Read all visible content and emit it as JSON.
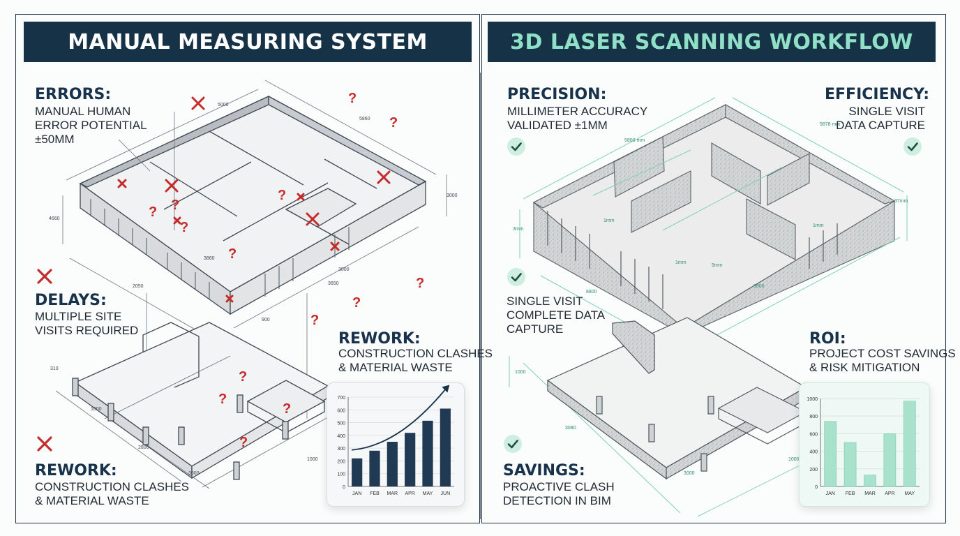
{
  "colors": {
    "banner_bg": "#163247",
    "left_title_color": "#ffffff",
    "right_title_color": "#8fe0c6",
    "error_red": "#c62b2b",
    "check_green": "#2f8f71",
    "check_bg": "#cfeee2",
    "bar_dark": "#1f3a52",
    "bar_mint": "#a8e2cc"
  },
  "left": {
    "title": "MANUAL MEASURING SYSTEM",
    "errors": {
      "heading": "ERRORS:",
      "text": "MANUAL HUMAN\nERROR POTENTIAL\n±50mm",
      "icon": "x-mark-icon"
    },
    "delays": {
      "heading": "DELAYS:",
      "text": "MULTIPLE SITE\nVISITS REQUIRED",
      "icon": "x-mark-icon"
    },
    "rework_mid": {
      "heading": "REWORK:",
      "text": "CONSTRUCTION CLASHES\n& MATERIAL WASTE"
    },
    "rework_bottom": {
      "heading": "REWORK:",
      "text": "CONSTRUCTION CLASHES\n& MATERIAL WASTE",
      "icon": "x-mark-icon"
    },
    "plan_annotations": [
      "?",
      "X"
    ]
  },
  "right": {
    "title": "3D LASER SCANNING WORKFLOW",
    "precision": {
      "heading": "PRECISION:",
      "text": "MILLIMETER ACCURACY\nVALIDATED ±1mm",
      "icon": "check-icon"
    },
    "efficiency": {
      "heading": "EFFICIENCY:",
      "text": "SINGLE VISIT\nDATA CAPTURE",
      "icon": "check-icon"
    },
    "single_visit": {
      "text": "SINGLE VISIT\nCOMPLETE DATA\nCAPTURE",
      "icon": "check-icon"
    },
    "roi": {
      "heading": "ROI:",
      "text": "PROJECT COST SAVINGS\n& RISK MITIGATION"
    },
    "savings": {
      "heading": "SAVINGS:",
      "text": "PROACTIVE CLASH\nDETECTION IN BIM",
      "icon": "check-icon"
    }
  },
  "chart_data": [
    {
      "type": "bar",
      "categories": [
        "JAN",
        "FEB",
        "MAR",
        "APR",
        "MAY",
        "JUN"
      ],
      "values": [
        220,
        280,
        350,
        420,
        515,
        610
      ],
      "ylim": [
        0,
        700
      ],
      "yticks": [
        0,
        100,
        200,
        300,
        400,
        500,
        600,
        700
      ],
      "trend_arrow": true,
      "color": "#1f3a52",
      "grid": true
    },
    {
      "type": "bar",
      "categories": [
        "JAN",
        "FEB",
        "MAR",
        "APR",
        "MAY"
      ],
      "values": [
        740,
        500,
        130,
        600,
        970
      ],
      "ylim": [
        0,
        1000
      ],
      "yticks": [
        0,
        200,
        400,
        600,
        800,
        1000
      ],
      "trend_arrow": false,
      "color": "#a8e2cc",
      "grid": true
    }
  ]
}
